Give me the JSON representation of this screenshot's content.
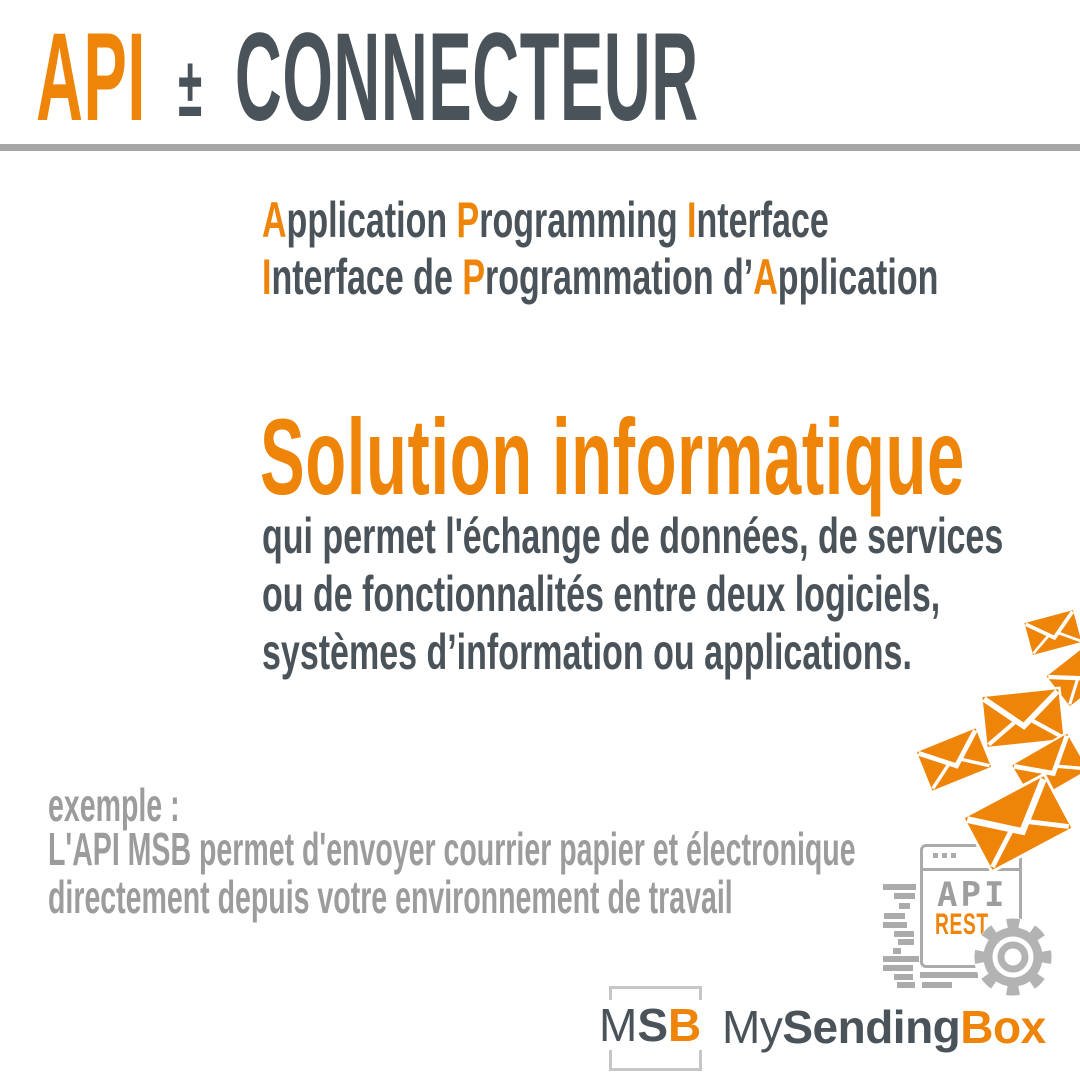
{
  "colors": {
    "orange": "#EE8408",
    "dark_slate": "#4B535A",
    "light_gray_text": "#9C9C9C",
    "icon_gray": "#ABABAB",
    "divider_gray": "#A6A6A6"
  },
  "title": {
    "api": "API",
    "plusminus": "±",
    "connecteur": "CONNECTEUR"
  },
  "definition": {
    "en": [
      {
        "t": "A"
      },
      {
        "t": "pplication "
      },
      {
        "t": "P"
      },
      {
        "t": "rogramming "
      },
      {
        "t": "I"
      },
      {
        "t": "nterface"
      }
    ],
    "fr": [
      {
        "t": "I"
      },
      {
        "t": "nterface de "
      },
      {
        "t": "P"
      },
      {
        "t": "rogrammation d’"
      },
      {
        "t": "A"
      },
      {
        "t": "pplication"
      }
    ]
  },
  "headline": "Solution informatique",
  "body": {
    "lines": [
      "qui permet l'échange de données, de services",
      "ou de fonctionnalités entre deux logiciels,",
      "systèmes d’information ou applications."
    ]
  },
  "example": {
    "label": "exemple :",
    "lines": [
      "L'API MSB permet d'envoyer courrier papier et électronique",
      "directement depuis votre environnement de travail"
    ]
  },
  "api_icon": {
    "api": "API",
    "rest": "REST"
  },
  "icons": {
    "envelope": "envelope-icon",
    "browser": "browser-window-icon",
    "gear": "gear-icon"
  },
  "logo": {
    "m": "M",
    "s": "S",
    "b": "B",
    "my": "My",
    "sending": "Sending",
    "box": "Box"
  }
}
